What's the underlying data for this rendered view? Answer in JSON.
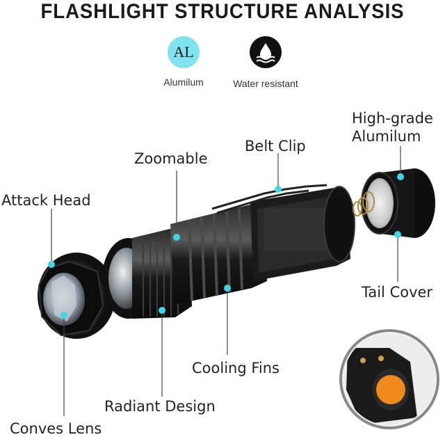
{
  "title": "FLASHLIGHT STRUCTURE ANALYSIS",
  "features": [
    {
      "icon_text": "AL",
      "label": "Alumilum",
      "icon": "aluminum-badge-icon",
      "color": "#7fe3ef"
    },
    {
      "icon_text": "",
      "label": "Water resistant",
      "icon": "water-drop-icon",
      "color": "#111111"
    }
  ],
  "labels": {
    "attack_head": "Attack Head",
    "zoomable": "Zoomable",
    "belt_clip": "Belt Clip",
    "high_grade_line1": "High-grade",
    "high_grade_line2": "Alumilum",
    "tail_cover": "Tail Cover",
    "cooling_fins": "Cooling Fins",
    "radiant_design": "Radiant Design",
    "conves_lens": "Conves Lens"
  },
  "colors": {
    "marker": "#3fd6e6",
    "body": "#161616",
    "switch": "#f08a1c"
  }
}
